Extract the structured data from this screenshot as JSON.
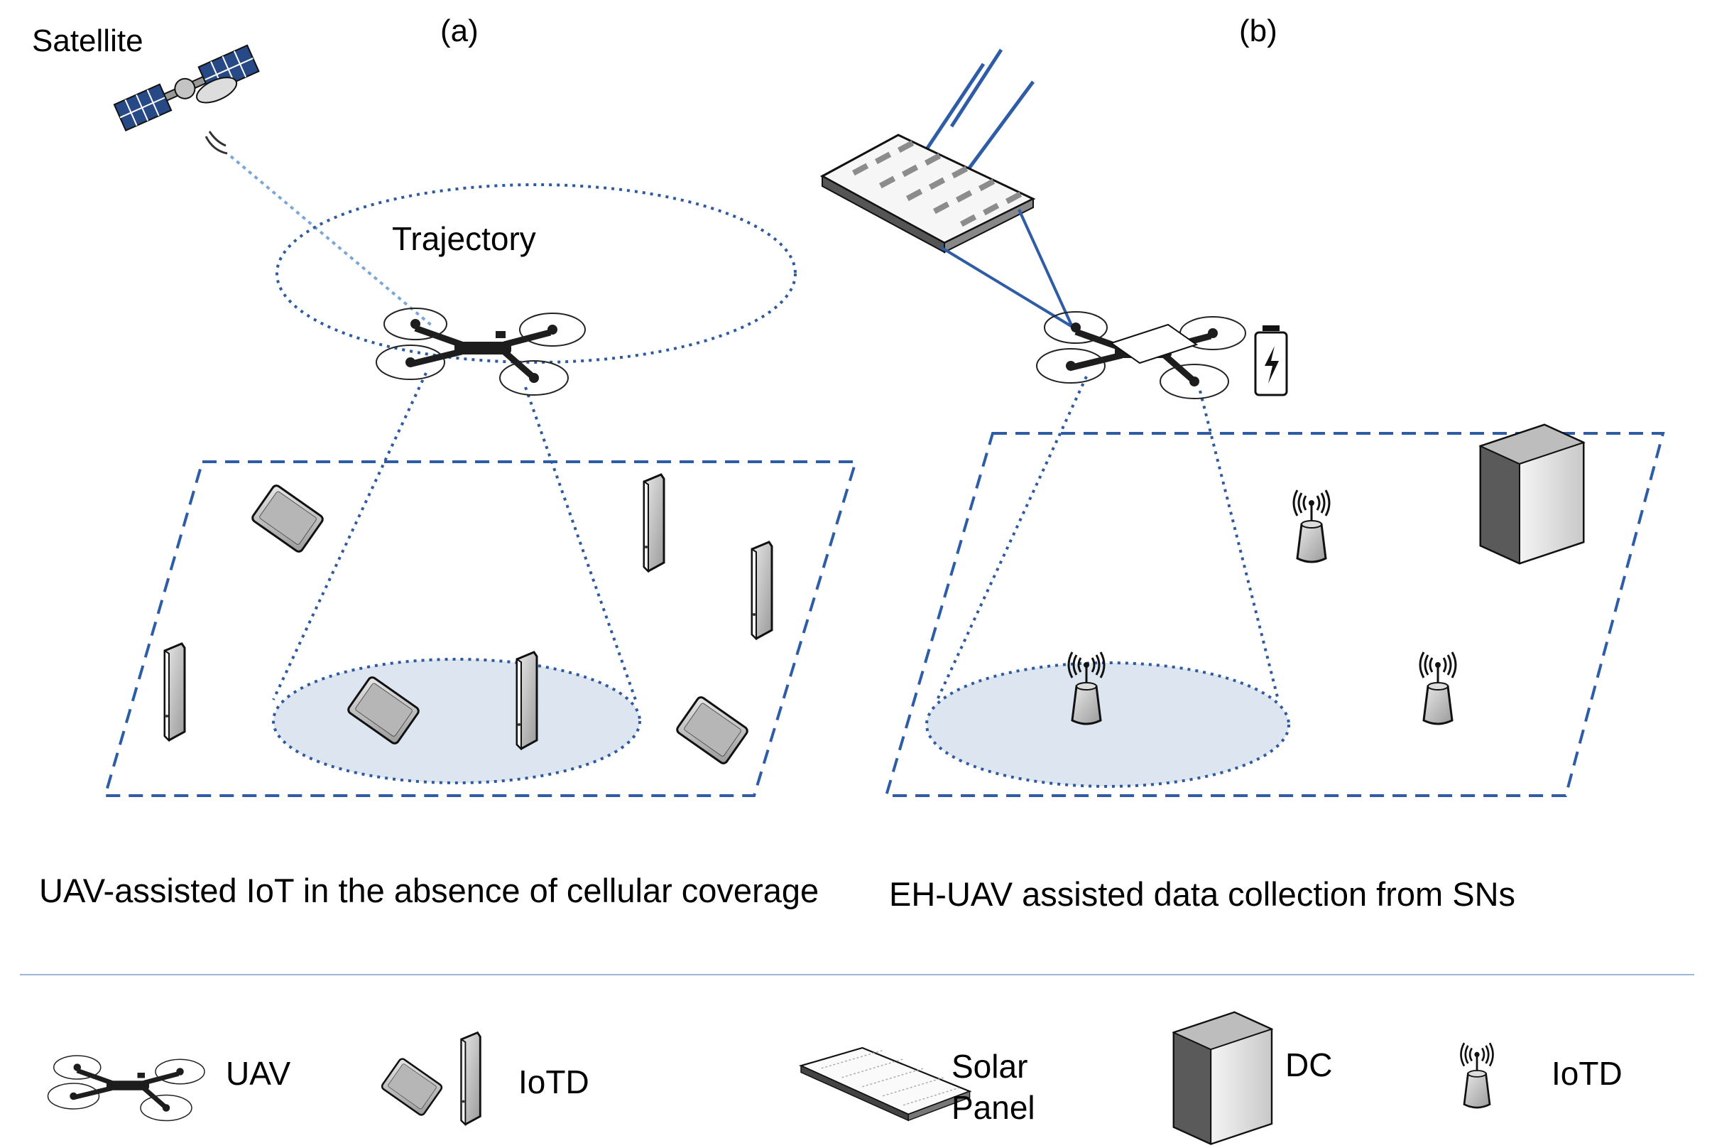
{
  "panel_a": {
    "label": "(a)",
    "satellite_label": "Satellite",
    "trajectory_label": "Trajectory",
    "caption": "UAV-assisted IoT in the absence of cellular coverage"
  },
  "panel_b": {
    "label": "(b)",
    "caption": "EH-UAV assisted data collection from SNs"
  },
  "legend": {
    "uav": "UAV",
    "iotd_a": "IoTD",
    "solar_1": "Solar",
    "solar_2": "Panel",
    "dc": "DC",
    "iotd_b": "IoTD"
  },
  "colors": {
    "dash_blue": "#2e5da5",
    "dot_blue": "#2f5b9e",
    "coverage_fill": "#dce5f0",
    "satellite_link": "#7aa6d8",
    "solar_link": "#2e5da5",
    "separator": "#9fb6d6"
  }
}
